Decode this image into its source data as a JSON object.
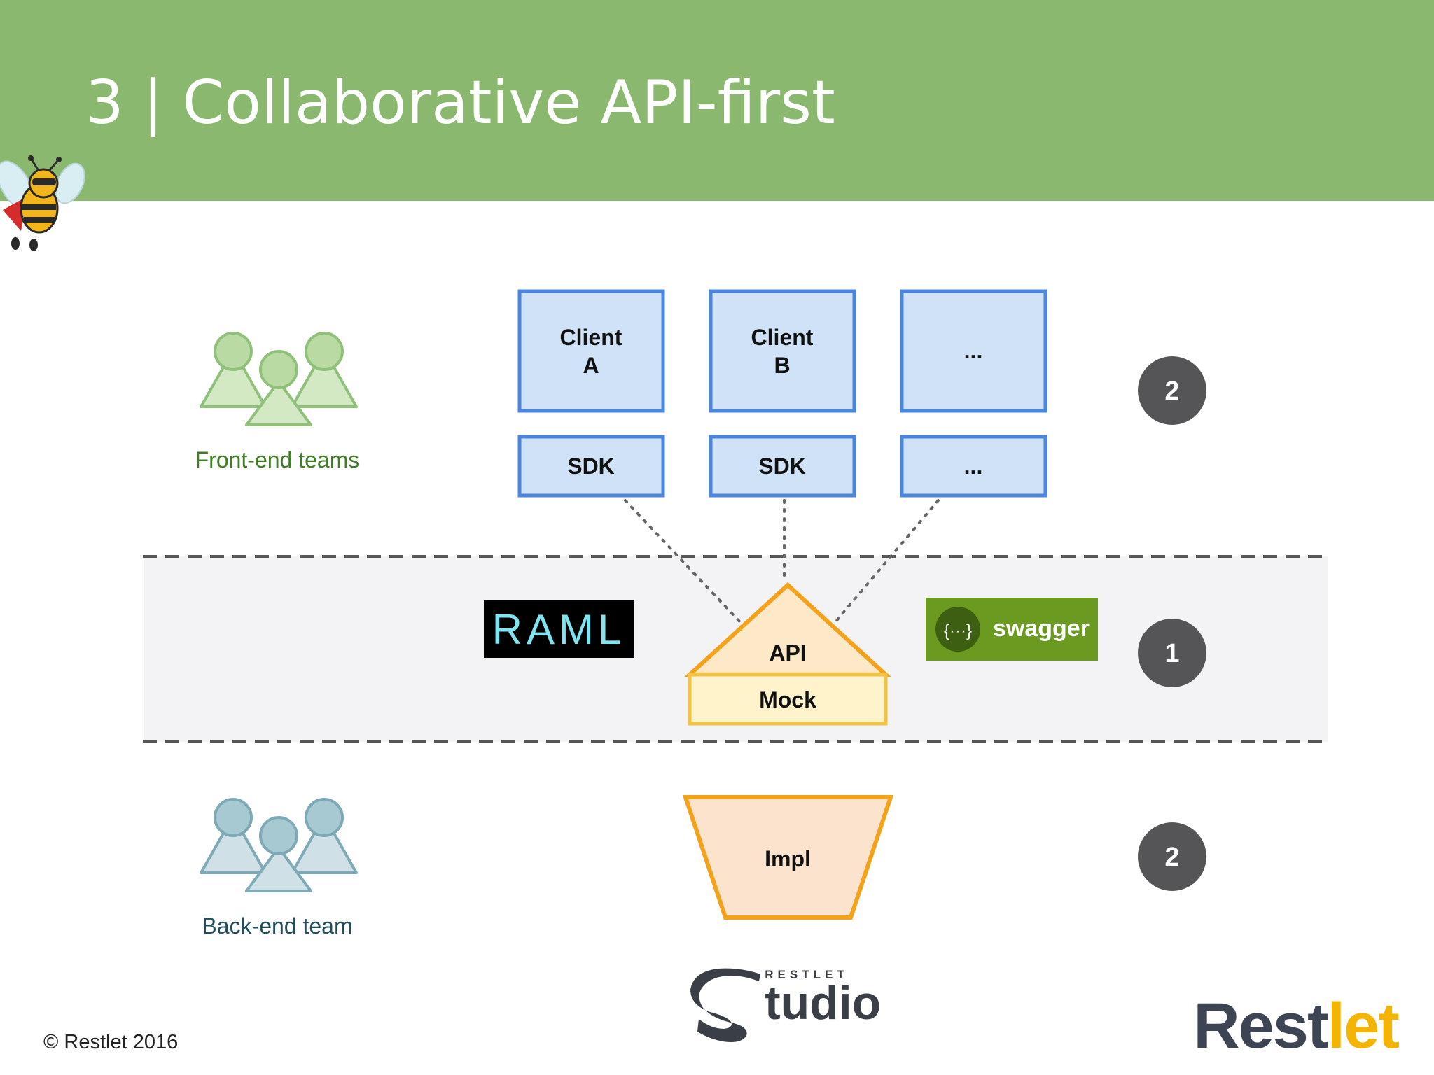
{
  "slide": {
    "title": "3 | Collaborative API-first",
    "colors": {
      "header": "#8bb86f",
      "client_fill": "#cfe2f7",
      "client_border": "#4a86dd",
      "api_border": "#f5a21b",
      "api_fill": "#fde9c8",
      "mock_fill": "#fff3cc",
      "mock_border": "#f3c341",
      "impl_fill": "#fbe3cd",
      "badge": "#555558",
      "swagger": "#6a9a1f",
      "restlet_orange": "#f4b400",
      "restlet_gray": "#3d4555"
    }
  },
  "teams": {
    "front": {
      "label": "Front-end teams"
    },
    "back": {
      "label": "Back-end team"
    }
  },
  "clients": [
    {
      "line1": "Client",
      "line2": "A",
      "sdk": "SDK"
    },
    {
      "line1": "Client",
      "line2": "B",
      "sdk": "SDK"
    },
    {
      "line1": "...",
      "line2": "",
      "sdk": "..."
    }
  ],
  "api": {
    "label": "API",
    "mock": "Mock"
  },
  "impl": {
    "label": "Impl"
  },
  "badges": {
    "top": "2",
    "middle": "1",
    "bottom": "2"
  },
  "logos": {
    "raml": "RAML",
    "swagger": "swagger",
    "swagger_glyph": "{···}",
    "studio_small": "RESTLET",
    "studio": "tudio",
    "restlet_a": "Rest",
    "restlet_b": "let"
  },
  "footer": {
    "copyright": "© Restlet 2016"
  }
}
